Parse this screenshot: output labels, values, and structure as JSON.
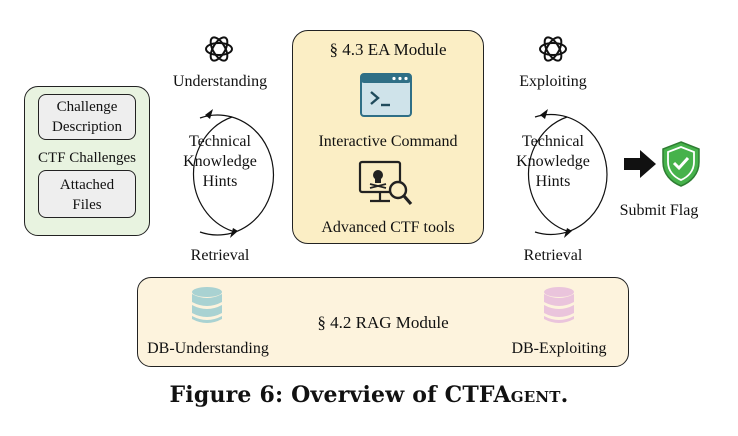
{
  "ctf_panel": {
    "title": "CTF Challenges",
    "item1": [
      "Challenge",
      "Description"
    ],
    "item2": [
      "Attached",
      "Files"
    ]
  },
  "left_loop": {
    "top_label": "Understanding",
    "center": [
      "Technical",
      "Knowledge",
      "Hints"
    ],
    "bottom_label": "Retrieval"
  },
  "ea_module": {
    "title": "§ 4.3 EA Module",
    "item1": "Interactive Command",
    "item2": "Advanced CTF tools"
  },
  "right_loop": {
    "top_label": "Exploiting",
    "center": [
      "Technical",
      "Knowledge",
      "Hints"
    ],
    "bottom_label": "Retrieval"
  },
  "output": {
    "label": "Submit Flag"
  },
  "rag_module": {
    "title": "§ 4.2 RAG Module",
    "db_left": "DB-Understanding",
    "db_right": "DB-Exploiting"
  },
  "caption": {
    "prefix": "Figure 6: Overview of CTFA",
    "smallcaps": "gent",
    "suffix": "."
  },
  "colors": {
    "green_panel": "#e8f3e0",
    "yellow_panel": "#fbeec5",
    "rag_panel": "#fdf3dd",
    "db_left": "#a9d2d2",
    "db_right": "#eac4dc",
    "shield": "#46b24b",
    "terminal": "#2f6f86"
  }
}
